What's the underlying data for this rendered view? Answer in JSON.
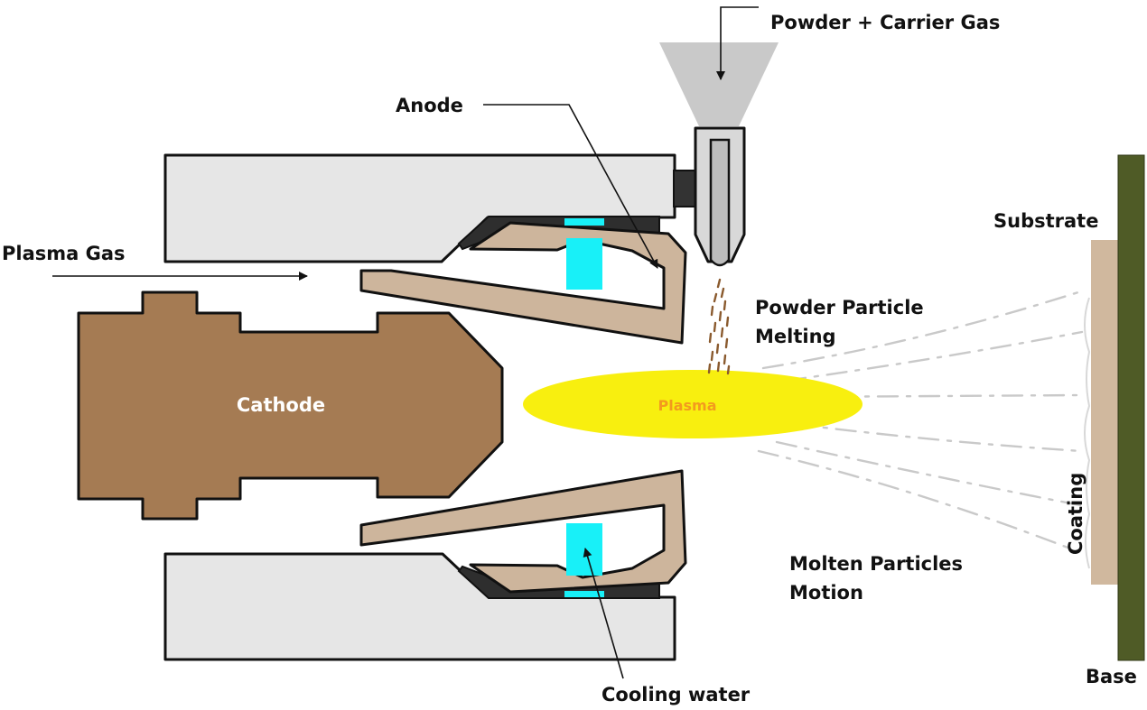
{
  "labels": {
    "powder_carrier_gas": "Powder + Carrier Gas",
    "anode": "Anode",
    "plasma_gas": "Plasma Gas",
    "cathode": "Cathode",
    "plasma": "Plasma",
    "powder_particle_melting_line1": "Powder Particle",
    "powder_particle_melting_line2": "Melting",
    "substrate": "Substrate",
    "coating": "Coating",
    "molten_particles_motion_line1": "Molten Particles",
    "molten_particles_motion_line2": "Motion",
    "cooling_water": "Cooling water",
    "base": "Base"
  },
  "colors": {
    "housing": "#e6e6e6",
    "anode": "#cdb59c",
    "cathode": "#a57b53",
    "cooling_water": "#18f0f8",
    "plasma": "#f8ef0f",
    "plasma_text": "#f39a1e",
    "substrate": "#d0b89e",
    "base": "#4f5b26",
    "hopper": "#c9c9c9",
    "nozzle": "#d8d8d8",
    "outline": "#111111",
    "particles": "#8a5a2e",
    "jet_lines": "#c9c9c9"
  }
}
